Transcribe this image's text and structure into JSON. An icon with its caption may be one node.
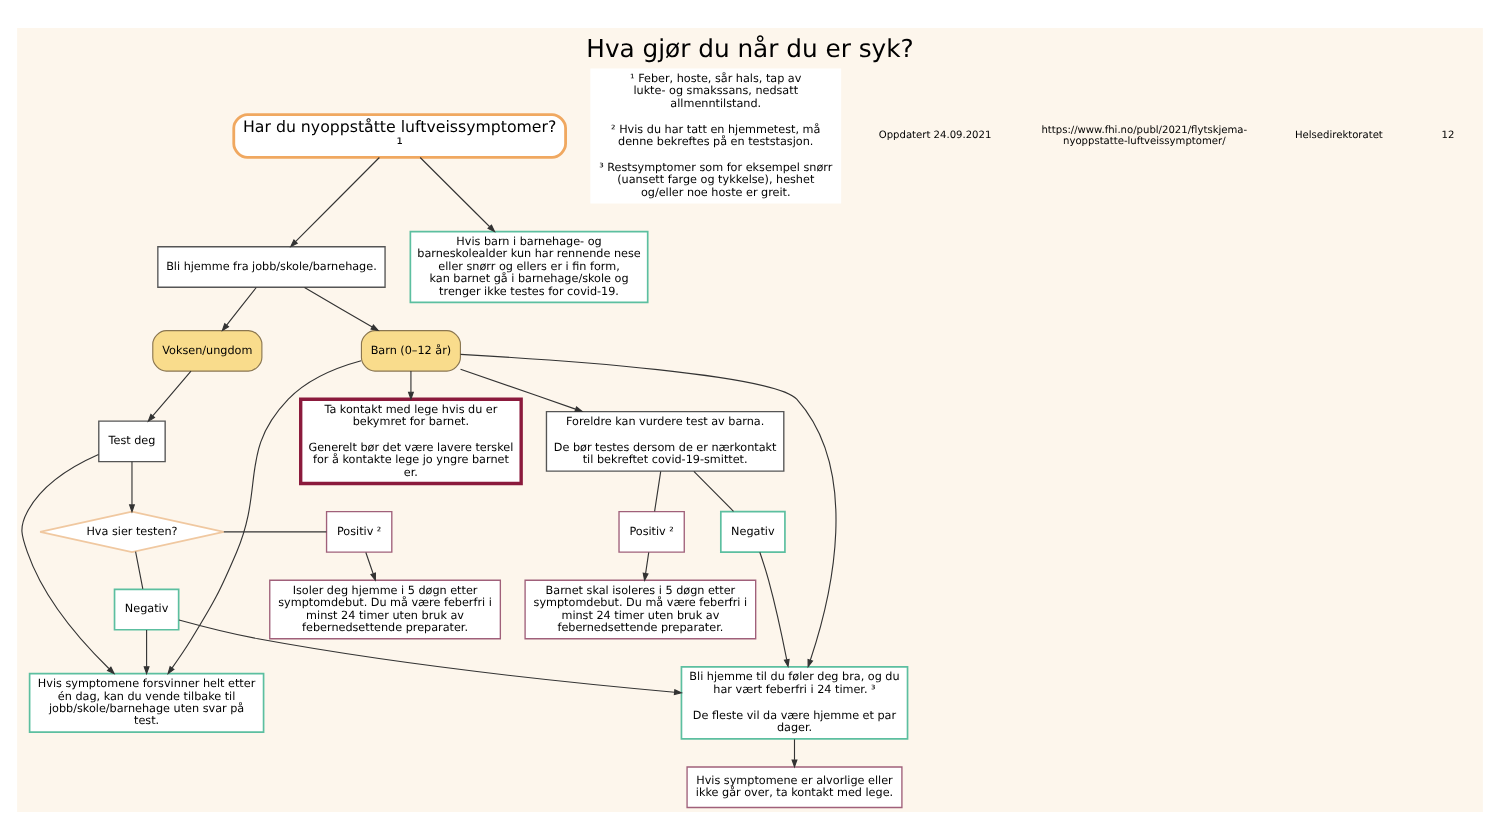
{
  "diagram": {
    "title": "Hva gjør du når du er syk?",
    "nodes": [
      {
        "text": [
          "Har du nyoppståtte luftveissymptomer? ¹"
        ]
      },
      {
        "text": [
          "Bli hjemme fra jobb/skole/barnehage."
        ]
      },
      {
        "text": [
          "Hvis barn i barnehage- og barneskolealder kun har rennende nese eller snørr og ellers er i fin form, kan barnet gå i barnehage/skole og trenger ikke testes for covid-19."
        ]
      },
      {
        "text": [
          "Voksen/ungdom"
        ]
      },
      {
        "text": [
          "Barn (0–12 år)"
        ]
      },
      {
        "text": [
          "Test deg"
        ]
      },
      {
        "text": [
          "Hva sier testen?"
        ]
      },
      {
        "text": [
          "Positiv ²"
        ]
      },
      {
        "text": [
          "Isoler deg hjemme i 5 døgn etter symptomdebut. Du må være feberfri i minst 24 timer uten bruk av febernedsettende preparater."
        ]
      },
      {
        "text": [
          "Hvis symptomene forsvinner helt etter én dag, kan du vende tilbake til jobb/skole/barnehage uten svar på test."
        ]
      },
      {
        "text": [
          "Negativ"
        ]
      },
      {
        "text": [
          "Bli hjemme til du føler deg bra, og du har vært feberfri i 24 timer. ³",
          "De fleste vil da være hjemme et par dager."
        ]
      },
      {
        "text": [
          "Foreldre kan vurdere test av barna.",
          "De bør testes dersom de er nærkontakt til bekreftet covid-19-smittet."
        ]
      },
      {
        "text": [
          "Ta kontakt med lege hvis du er bekymret for barnet.",
          "Generelt bør det være lavere terskel for å kontakte lege jo yngre barnet er."
        ]
      },
      {
        "text": [
          "Negativ"
        ]
      },
      {
        "text": [
          "Positiv ²"
        ]
      },
      {
        "text": [
          "Barnet skal isoleres i 5 døgn etter symptomdebut. Du må være feberfri i minst 24 timer uten bruk av febernedsettende preparater."
        ]
      },
      {
        "text": [
          "Hvis symptomene er alvorlige eller ikke går over, ta kontakt med lege."
        ]
      },
      {
        "text": [
          "¹ Feber, hoste, sår hals, tap av lukte- og smakssans, nedsatt allmenntilstand.",
          "² Hvis du har tatt en hjemmetest, må denne bekreftes på en teststasjon.",
          "³ Restsymptomer som for eksempel snørr (uansett farge og tykkelse), heshet og/eller noe hoste er greit."
        ]
      }
    ],
    "edges": [
      {
        "from": 0,
        "to": 1,
        "arrow": "to"
      },
      {
        "from": 0,
        "to": 2,
        "arrow": "to"
      },
      {
        "from": 1,
        "to": 3,
        "arrow": "to"
      },
      {
        "from": 1,
        "to": 4,
        "arrow": "to"
      },
      {
        "from": 3,
        "to": 5,
        "arrow": "to"
      },
      {
        "from": 5,
        "to": 6,
        "arrow": "to"
      },
      {
        "from": 5,
        "to": 9,
        "arrow": "to"
      },
      {
        "from": 6,
        "to": 7,
        "arrow": "none"
      },
      {
        "from": 7,
        "to": 8,
        "arrow": "to"
      },
      {
        "from": 6,
        "to": 10,
        "arrow": "none"
      },
      {
        "from": 10,
        "to": 9,
        "arrow": "to"
      },
      {
        "from": 10,
        "to": 11,
        "arrow": "to"
      },
      {
        "from": 4,
        "to": 9,
        "arrow": "to"
      },
      {
        "from": 4,
        "to": 11,
        "arrow": "to"
      },
      {
        "from": 4,
        "to": 12,
        "arrow": "to"
      },
      {
        "from": 4,
        "to": 13,
        "arrow": "to"
      },
      {
        "from": 12,
        "to": 14,
        "arrow": "none"
      },
      {
        "from": 14,
        "to": 11,
        "arrow": "to"
      },
      {
        "from": 12,
        "to": 15,
        "arrow": "none"
      },
      {
        "from": 15,
        "to": 16,
        "arrow": "to"
      },
      {
        "from": 11,
        "to": 17,
        "arrow": "to"
      }
    ],
    "labels": [
      "Oppdatert 24.09.2021",
      "https://www.fhi.no/publ/2021/flytskjema-nyoppstatte-luftveissymptomer/",
      "Helsedirektoratet",
      "12"
    ]
  }
}
